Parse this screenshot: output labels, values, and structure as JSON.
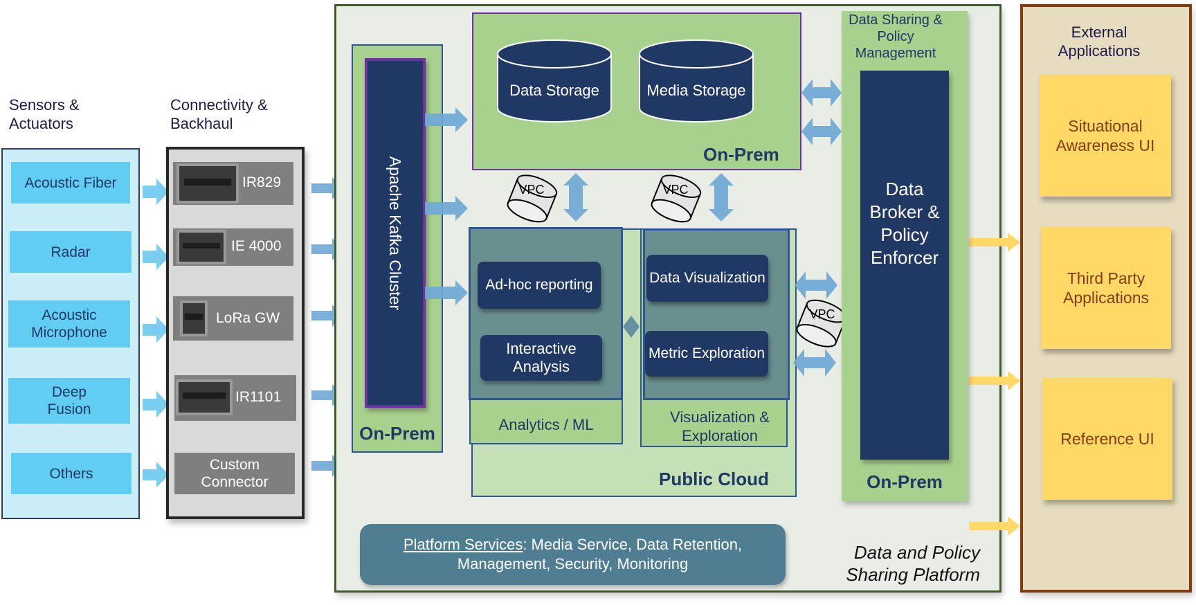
{
  "columns": {
    "sensors_title": "Sensors & Actuators",
    "connectivity_title": "Connectivity & Backhaul",
    "external_title": "External Applications"
  },
  "sensors": [
    {
      "label": "Acoustic Fiber"
    },
    {
      "label": "Radar"
    },
    {
      "label": "Acoustic Microphone"
    },
    {
      "label": "Deep Fusion"
    },
    {
      "label": "Others"
    }
  ],
  "devices": [
    {
      "label": "IR829",
      "icon": "router-icon"
    },
    {
      "label": "IE 4000",
      "icon": "switch-icon"
    },
    {
      "label": "LoRa GW",
      "icon": "gateway-icon"
    },
    {
      "label": "IR1101",
      "icon": "router-icon"
    },
    {
      "label": "Custom Connector"
    }
  ],
  "platform": {
    "kafka": "Apache Kafka Cluster",
    "kafka_zone": "On-Prem",
    "storage_zone": "On-Prem",
    "storage": [
      {
        "label": "Data Storage"
      },
      {
        "label": "Media Storage"
      }
    ],
    "vpc_label": "VPC",
    "analytics": {
      "items": [
        "Ad-hoc reporting",
        "Interactive Analysis"
      ],
      "label": "Analytics / ML"
    },
    "visualization": {
      "items": [
        "Data Visualization",
        "Metric Exploration"
      ],
      "label": "Visualization & Exploration"
    },
    "cloud_zone": "Public Cloud",
    "sharing_title": "Data Sharing & Policy Management",
    "broker": "Data Broker & Policy Enforcer",
    "broker_zone": "On-Prem",
    "services_heading": "Platform Services",
    "services_text": ": Media Service, Data Retention, Management, Security, Monitoring",
    "platform_label": "Data and Policy Sharing Platform"
  },
  "external_apps": [
    {
      "label": "Situational Awareness UI"
    },
    {
      "label": "Third Party Applications"
    },
    {
      "label": "Reference UI"
    }
  ],
  "colors": {
    "navy": "#203864",
    "green": "#a8d18d",
    "sensor_blue": "#62cdf3",
    "arrow_blue": "#6fa8d6",
    "app_yellow": "#ffd966",
    "app_text": "#843c0c"
  }
}
